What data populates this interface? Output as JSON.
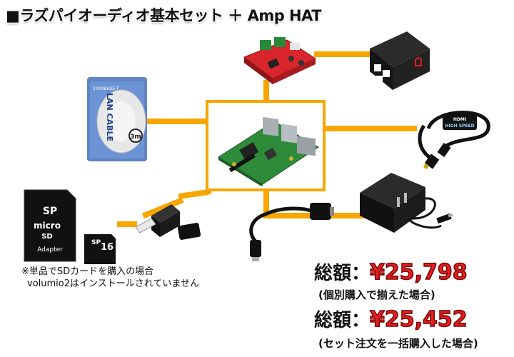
{
  "title": "■ラズパイオーディオ基本セット ＋ Amp HAT",
  "items": {
    "lan_cable": {
      "text_main": "LAN CABLE",
      "text_size": "3m",
      "text_small": "1000BASE-T"
    },
    "hdmi_cable": {
      "label_top": "HDMI",
      "label_bottom": "HIGH SPEED"
    },
    "sd_card": {
      "brand": "SP",
      "type": "micro",
      "type2": "SD",
      "adapter": "Adapter",
      "capacity": "16",
      "small_brand": "SP"
    }
  },
  "note": {
    "line1": "※単品でSDカードを購入の場合",
    "line2": "volumio2はインストールされていません"
  },
  "prices": [
    {
      "label": "総額：",
      "value": "¥25,798",
      "note": "(個別購入で揃えた場合)"
    },
    {
      "label": "総額：",
      "value": "¥25,452",
      "note": "(セット注文を一括購入した場合)"
    }
  ],
  "colors": {
    "wire": "#f7a600",
    "price": "#e02020",
    "amp_board": "#d8262c",
    "pi_board": "#2e8b3a"
  }
}
